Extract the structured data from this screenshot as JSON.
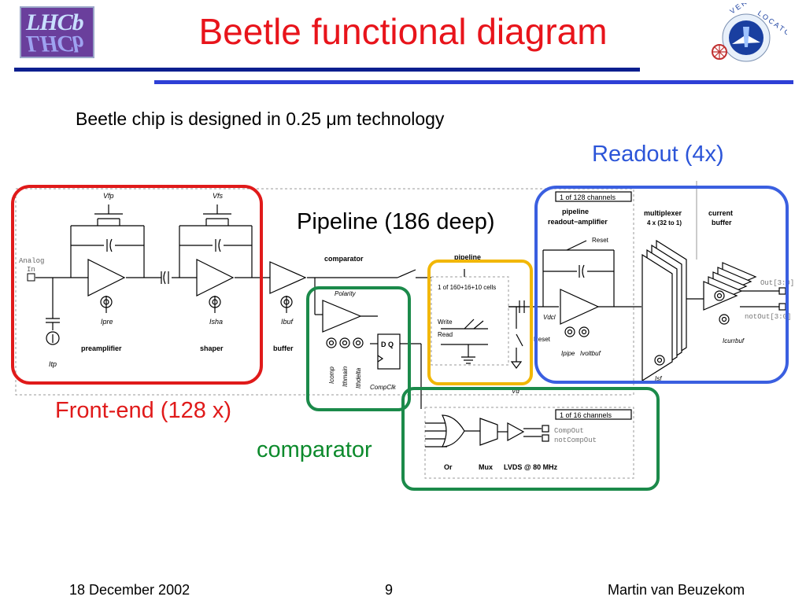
{
  "title": "Beetle functional diagram",
  "subtitle": "Beetle chip is designed in 0.25 μm technology",
  "logos": {
    "lhcb_text": "LHCb",
    "velo_top": "VERTEX",
    "velo_right": "LOCATOR"
  },
  "labels": {
    "readout": "Readout (4x)",
    "pipeline": "Pipeline (186 deep)",
    "frontend": "Front-end (128 x)",
    "comparator": "comparator"
  },
  "diagram": {
    "analog_in": "Analog",
    "analog_in2": "In",
    "vfp": "Vfp",
    "vfs": "Vfs",
    "ipre": "Ipre",
    "isha": "Isha",
    "ibuf": "Ibuf",
    "itp": "Itp",
    "preamplifier": "preamplifier",
    "shaper": "shaper",
    "buffer": "buffer",
    "comparator_title": "comparator",
    "polarity": "Polarity",
    "icomp": "Icomp",
    "ithmain": "Ithmain",
    "ithdelta": "Ithdelta",
    "compclk": "CompClk",
    "dq": "D Q",
    "pipeline_title": "pipeline",
    "cells": "1 of 160+16+10 cells",
    "write": "Write",
    "read": "Read",
    "reset_pipe": "Reset",
    "vd": "Vd",
    "channels128": "1 of 128 channels",
    "pra_title1": "pipeline",
    "pra_title2": "readout−amplifier",
    "reset_ra": "Reset",
    "vdcl": "Vdcl",
    "ipipe": "Ipipe",
    "ivoltbuf": "Ivoltbuf",
    "mux_title": "multiplexer",
    "mux_sub": "4 x (32 to 1)",
    "cb_title1": "current",
    "cb_title2": "buffer",
    "isf": "Isf",
    "icurrbuf": "Icurrbuf",
    "out": "Out[3:0]",
    "notout": "notOut[3:0]",
    "channels16": "1 of 16 channels",
    "compout": "CompOut",
    "notcompout": "notCompOut",
    "or": "Or",
    "mux": "Mux",
    "lvds": "LVDS @ 80 MHz"
  },
  "colors": {
    "title": "#e8141b",
    "frontend_box": "#e01a1a",
    "comparator_box": "#1b8a4a",
    "pipeline_box": "#f2b705",
    "readout_box": "#3a5fe0"
  },
  "footer": {
    "date": "18 December 2002",
    "page": "9",
    "author": "Martin van Beuzekom"
  }
}
